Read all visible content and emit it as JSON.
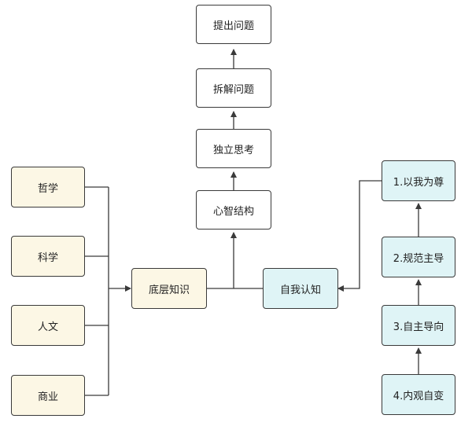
{
  "nodes": {
    "raise_question": "提出问题",
    "decompose_question": "拆解问题",
    "independent_thinking": "独立思考",
    "mental_structure": "心智结构",
    "philosophy": "哲学",
    "science": "科学",
    "humanities": "人文",
    "business": "商业",
    "base_knowledge": "底层知识",
    "self_awareness": "自我认知",
    "step_1": "1.以我为尊",
    "step_2": "2.规范主导",
    "step_3": "3.自主导向",
    "step_4": "4.内观自变"
  },
  "colors": {
    "line": "#3a3a3a",
    "white_fill": "#ffffff",
    "cream_fill": "#fcf7e5",
    "cyan_fill": "#dff4f6"
  }
}
